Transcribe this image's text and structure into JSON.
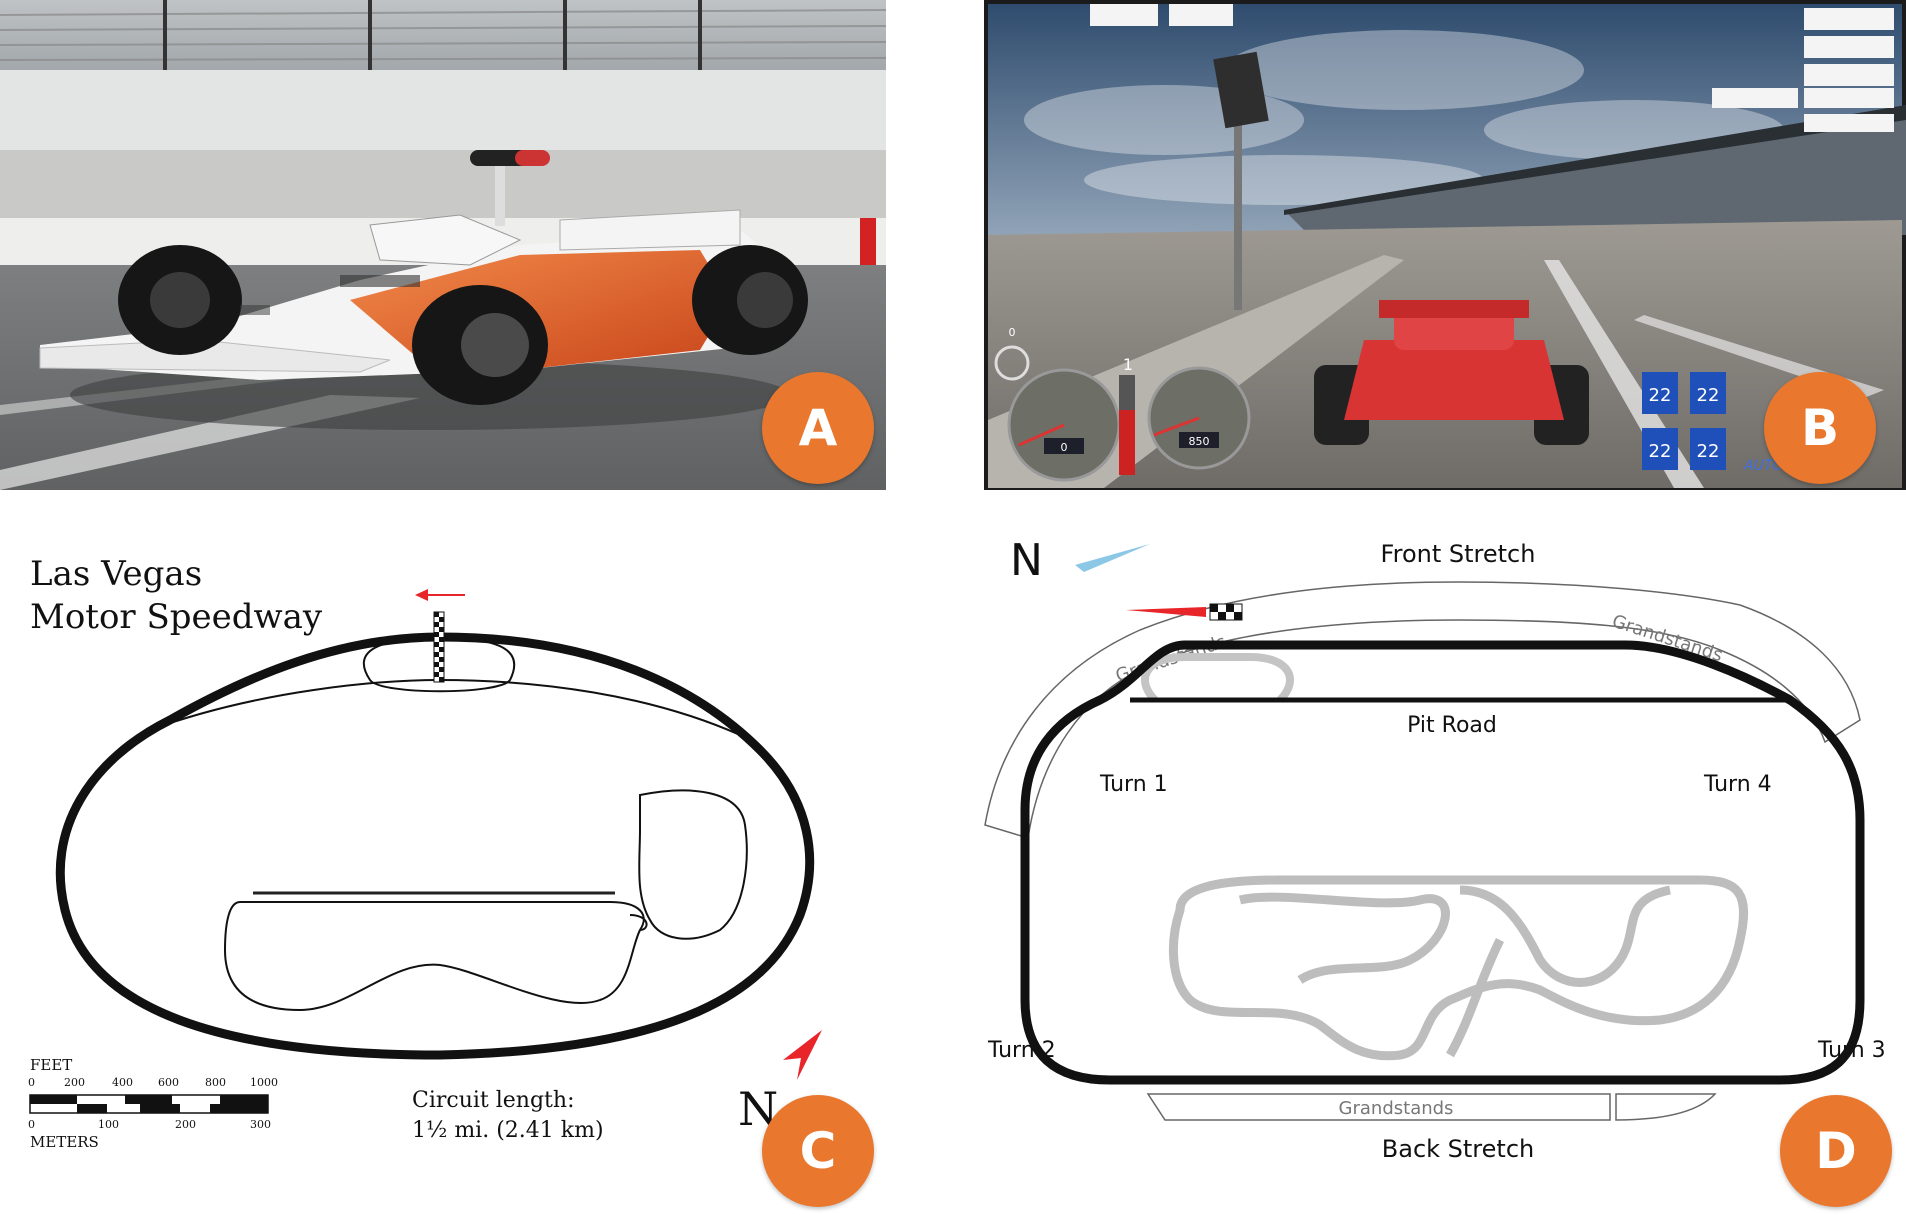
{
  "panels": {
    "a": {
      "badge": "A"
    },
    "b": {
      "badge": "B",
      "speed_left": "0",
      "speed_right": "850",
      "gear": "1",
      "lap_boxes": [
        "22",
        "22",
        "22",
        "22"
      ],
      "steer_readout": "0",
      "mode_label": "AUTO"
    },
    "c": {
      "badge": "C",
      "title_line1": "Las Vegas",
      "title_line2": "Motor Speedway",
      "scale_feet_label": "FEET",
      "scale_feet_ticks": [
        "0",
        "200",
        "400",
        "600",
        "800",
        "1000"
      ],
      "scale_meters_ticks": [
        "0",
        "100",
        "200",
        "300"
      ],
      "scale_meters_label": "METERS",
      "circuit_length_label": "Circuit length:",
      "circuit_length_value": "1½ mi. (2.41 km)",
      "north": "N"
    },
    "d": {
      "badge": "D",
      "north": "N",
      "front_stretch": "Front Stretch",
      "grandstands_left": "Grandstands",
      "grandstands_right": "Grandstands",
      "grandstands_bottom": "Grandstands",
      "pit_road": "Pit Road",
      "turn1": "Turn 1",
      "turn2": "Turn 2",
      "turn3": "Turn 3",
      "turn4": "Turn 4",
      "back_stretch": "Back Stretch"
    }
  },
  "colors": {
    "badge": "#e9772d",
    "car_orange": "#e8622a",
    "hud_blue": "#1f4fb8",
    "arrow_red": "#e8262a",
    "arrow_blue": "#8cc8e6",
    "track_black": "#111111",
    "infield_gray": "#bdbdbd"
  }
}
